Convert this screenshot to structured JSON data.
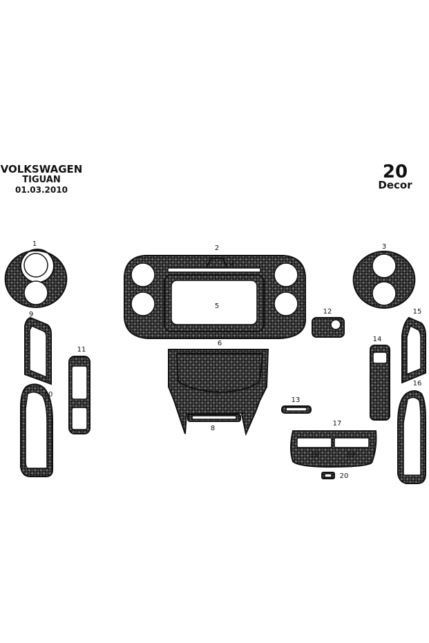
{
  "header": {
    "brand": "VOLKSWAGEN",
    "model": "TIGUAN",
    "date": "01.03.2010",
    "piece_count": "20",
    "product": "Decor"
  },
  "parts": [
    {
      "id": "1",
      "label": "1"
    },
    {
      "id": "2",
      "label": "2"
    },
    {
      "id": "3",
      "label": "3"
    },
    {
      "id": "4",
      "label": "4"
    },
    {
      "id": "5",
      "label": "5"
    },
    {
      "id": "6",
      "label": "6"
    },
    {
      "id": "7",
      "label": "7"
    },
    {
      "id": "8",
      "label": "8"
    },
    {
      "id": "9",
      "label": "9"
    },
    {
      "id": "10",
      "label": "10"
    },
    {
      "id": "11",
      "label": "11"
    },
    {
      "id": "12",
      "label": "12"
    },
    {
      "id": "13",
      "label": "13"
    },
    {
      "id": "14",
      "label": "14"
    },
    {
      "id": "15",
      "label": "15"
    },
    {
      "id": "16",
      "label": "16"
    },
    {
      "id": "17",
      "label": "17"
    },
    {
      "id": "18",
      "label": "18"
    },
    {
      "id": "19",
      "label": "19"
    },
    {
      "id": "20",
      "label": "20"
    }
  ],
  "colors": {
    "carbon_dark": "#1a1a1a",
    "carbon_light": "#6b6b6b",
    "outline": "#111111"
  }
}
